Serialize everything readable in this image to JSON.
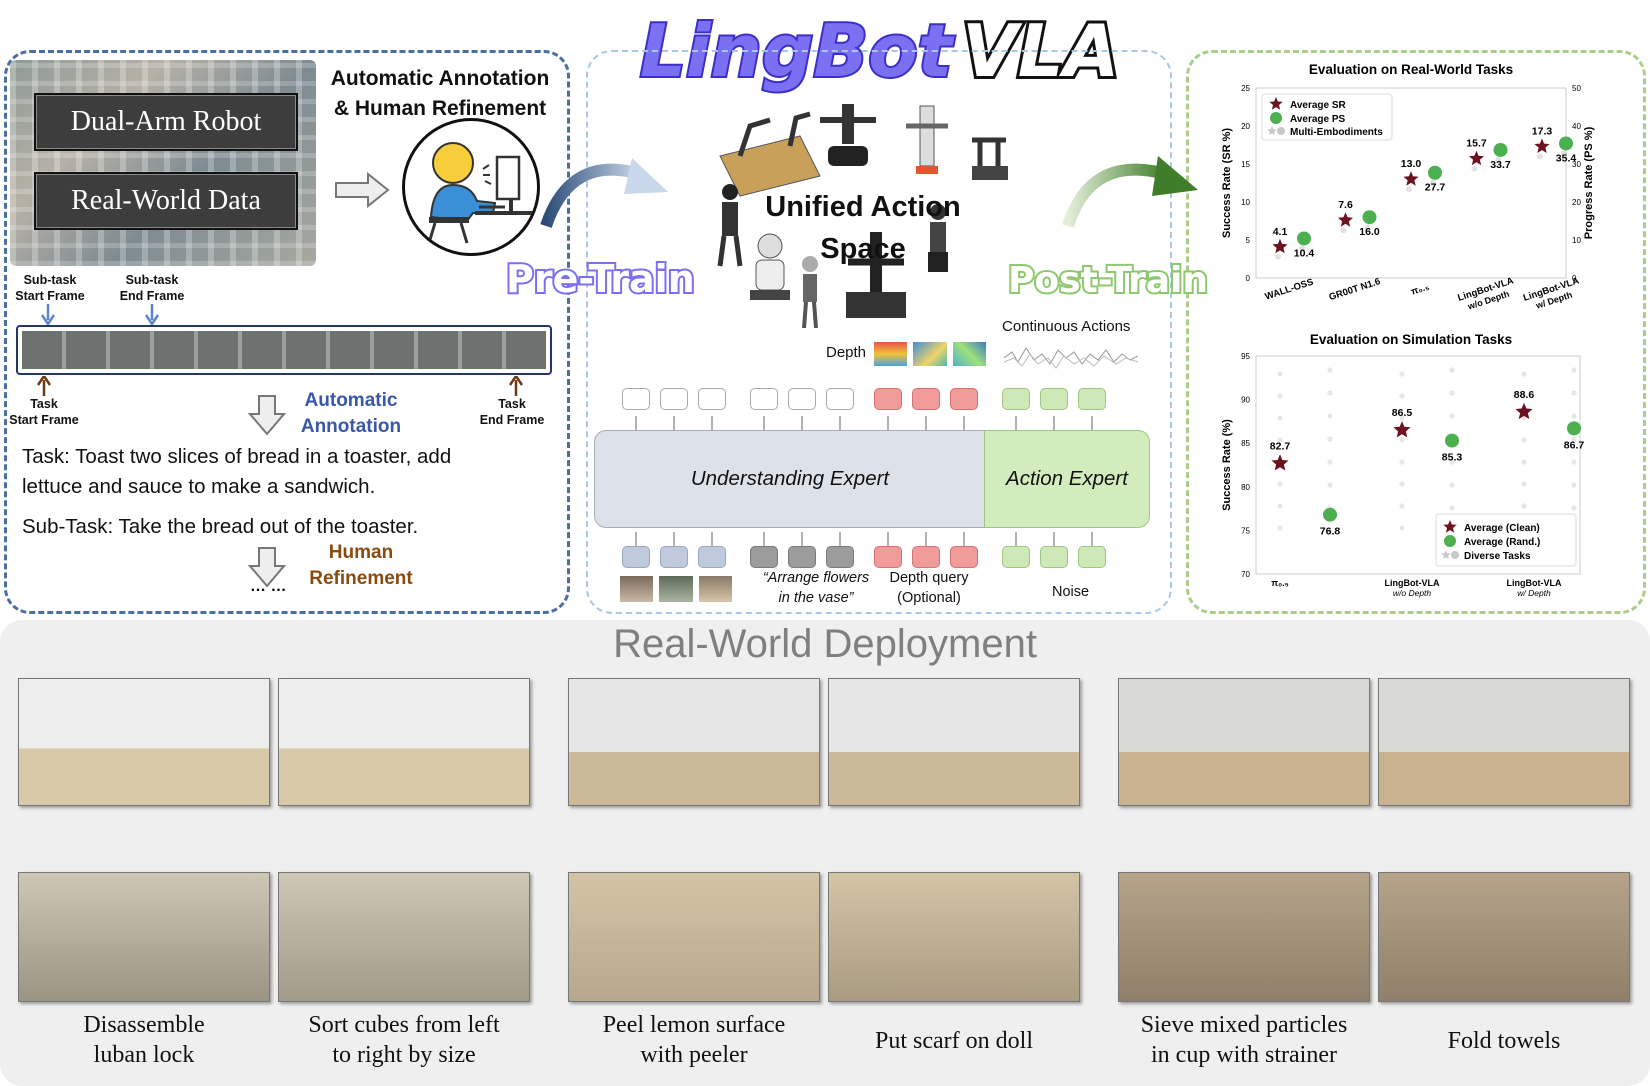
{
  "title": {
    "part1": "LingBot",
    "part2": "VLA"
  },
  "left_panel": {
    "box_dual": "Dual-Arm Robot",
    "box_real": "Real-World Data",
    "anno_title_1": "Automatic Annotation",
    "anno_title_2": "& Human Refinement",
    "sub_start_1": "Sub-task",
    "sub_start_2": "Start Frame",
    "sub_end_1": "Sub-task",
    "sub_end_2": "End Frame",
    "task_start_1": "Task",
    "task_start_2": "Start Frame",
    "task_end_1": "Task",
    "task_end_2": "End Frame",
    "auto_anno_1": "Automatic",
    "auto_anno_2": "Annotation",
    "task_line_1": "Task: Toast two slices of bread in a toaster, add",
    "task_line_2": "lettuce and sauce to make a sandwich.",
    "subtask_line": "Sub-Task: Take the bread out of the toaster.",
    "human_ref_1": "Human",
    "human_ref_2": "Refinement",
    "ellipsis": "… …"
  },
  "middle_panel": {
    "unified_1": "Unified Action",
    "unified_2": "Space",
    "pretrain": "Pre-Train",
    "posttrain": "Post-Train",
    "depth": "Depth",
    "continuous_actions": "Continuous Actions",
    "understanding_expert": "Understanding Expert",
    "action_expert": "Action Expert",
    "arrange_1": "“Arrange flowers",
    "arrange_2": "in the vase”",
    "depth_query_1": "Depth query",
    "depth_query_2": "(Optional)",
    "noise": "Noise"
  },
  "colors": {
    "sr_star": "#6b1420",
    "ps_dot": "#4caf50",
    "multi": "#c8c8c8",
    "auto_anno": "#3a58a8",
    "human_ref": "#8a4b0f",
    "title_fill_1": "#7b6ff2",
    "title_fill_2": "#ffffff"
  },
  "chart_data": [
    {
      "type": "scatter",
      "title": "Evaluation on Real-World Tasks",
      "ylabel": "Success Rate (SR %)",
      "y2label": "Progress Rate (PS %)",
      "ylim": [
        0,
        25
      ],
      "y2lim": [
        0,
        50
      ],
      "yticks": [
        "0",
        "5",
        "10",
        "15",
        "20",
        "25"
      ],
      "y2ticks": [
        "0",
        "10",
        "20",
        "30",
        "40",
        "50"
      ],
      "categories": [
        "WALL-OSS",
        "GR00T N1.6",
        "π0.5",
        "LingBot-VLA w/o Depth",
        "LingBot-VLA w/ Depth"
      ],
      "cat_labels": [
        [
          "WALL-OSS",
          ""
        ],
        [
          "GR00T N1.6",
          ""
        ],
        [
          "π₀.₅",
          ""
        ],
        [
          "LingBot-VLA",
          "w/o Depth"
        ],
        [
          "LingBot-VLA",
          "w/ Depth"
        ]
      ],
      "series": [
        {
          "name": "Average SR",
          "axis": "left",
          "values": [
            4.1,
            7.6,
            13.0,
            15.7,
            17.3
          ],
          "labels": [
            "4.1",
            "7.6",
            "13.0",
            "15.7",
            "17.3"
          ]
        },
        {
          "name": "Average PS",
          "axis": "right",
          "values": [
            10.4,
            16.0,
            27.7,
            33.7,
            35.4
          ],
          "labels": [
            "10.4",
            "16.0",
            "27.7",
            "33.7",
            "35.4"
          ]
        },
        {
          "name": "Multi-Embodiments"
        }
      ],
      "legend": "top-left"
    },
    {
      "type": "scatter",
      "title": "Evaluation on Simulation Tasks",
      "ylabel": "Success Rate (%)",
      "ylim": [
        70,
        95
      ],
      "yticks": [
        "70",
        "75",
        "80",
        "85",
        "90",
        "95"
      ],
      "categories": [
        "π0.5",
        "LingBot-VLA w/o Depth",
        "LingBot-VLA w/ Depth"
      ],
      "cat_labels": [
        [
          "π₀.₅",
          ""
        ],
        [
          "LingBot-VLA",
          "w/o Depth"
        ],
        [
          "LingBot-VLA",
          "w/ Depth"
        ]
      ],
      "series": [
        {
          "name": "Average (Clean)",
          "values": [
            82.7,
            86.5,
            88.6
          ],
          "labels": [
            "82.7",
            "86.5",
            "88.6"
          ]
        },
        {
          "name": "Average (Rand.)",
          "values": [
            76.8,
            85.3,
            86.7
          ],
          "labels": [
            "76.8",
            "85.3",
            "86.7"
          ]
        },
        {
          "name": "Diverse Tasks"
        }
      ],
      "legend": "bottom-right"
    }
  ],
  "bottom": {
    "title": "Real-World Deployment",
    "captions": [
      {
        "l1": "Disassemble",
        "l2": "luban lock"
      },
      {
        "l1": "Sort cubes from left",
        "l2": "to right by size"
      },
      {
        "l1": "Peel lemon surface",
        "l2": "with peeler"
      },
      {
        "l1": "Put scarf on doll",
        "l2": ""
      },
      {
        "l1": "Sieve mixed particles",
        "l2": "in cup with strainer"
      },
      {
        "l1": "Fold towels",
        "l2": ""
      }
    ]
  }
}
